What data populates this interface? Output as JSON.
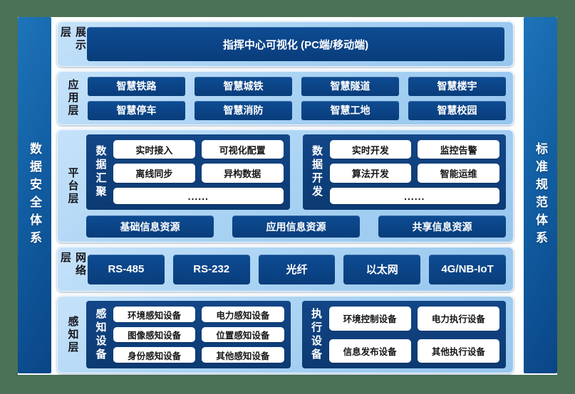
{
  "diagram_title": "IoT layered architecture diagram",
  "left_bar": {
    "label": "数据安全体系"
  },
  "right_bar": {
    "label": "标准规范体系"
  },
  "display_layer": {
    "label": "展示层",
    "center_box": "指挥中心可视化 (PC端/移动端)"
  },
  "app_layer": {
    "label": "应用层",
    "boxes": [
      "智慧铁路",
      "智慧城铁",
      "智慧隧道",
      "智慧楼宇",
      "智慧停车",
      "智慧消防",
      "智慧工地",
      "智慧校园"
    ]
  },
  "platform_layer": {
    "label": "平台层",
    "groups": [
      {
        "label": "数据汇聚",
        "boxes": [
          "实时接入",
          "可视化配置",
          "离线同步",
          "异构数据"
        ],
        "more": "......"
      },
      {
        "label": "数据开发",
        "boxes": [
          "实时开发",
          "监控告警",
          "算法开发",
          "智能运维"
        ],
        "more": "......"
      }
    ],
    "resources": [
      "基础信息资源",
      "应用信息资源",
      "共享信息资源"
    ]
  },
  "network_layer": {
    "label": "网络层",
    "boxes": [
      "RS-485",
      "RS-232",
      "光纤",
      "以太网",
      "4G/NB-IoT"
    ]
  },
  "perception_layer": {
    "label": "感知层",
    "groups": [
      {
        "label": "感知设备",
        "boxes": [
          "环境感知设备",
          "电力感知设备",
          "图像感知设备",
          "位置感知设备",
          "身份感知设备",
          "其他感知设备"
        ]
      },
      {
        "label": "执行设备",
        "boxes": [
          "环境控制设备",
          "电力执行设备",
          "信息发布设备",
          "其他执行设备"
        ]
      }
    ]
  },
  "colors": {
    "frame_border_green": "#4b7156",
    "panel_light_blue": "#a8d2f3",
    "box_dark_blue": "#0c4385",
    "sidebar_blue": "#1266aa",
    "white_box": "#ffffff"
  }
}
